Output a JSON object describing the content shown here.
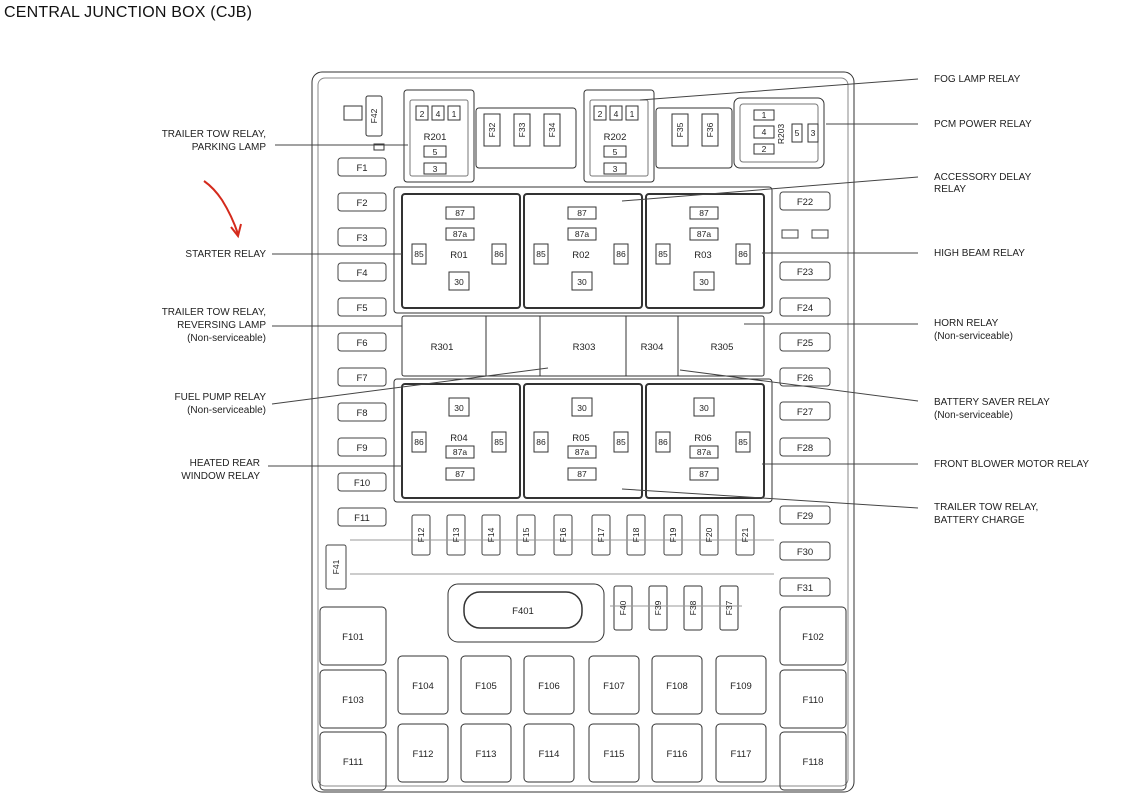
{
  "title": "CENTRAL JUNCTION BOX (CJB)",
  "labels": {
    "fog": "FOG LAMP RELAY",
    "pcm": "PCM POWER RELAY",
    "acc1": "ACCESSORY DELAY",
    "acc2": "RELAY",
    "high": "HIGH BEAM RELAY",
    "horn1": "HORN RELAY",
    "horn2": "(Non-serviceable)",
    "bat1": "BATTERY SAVER RELAY",
    "bat2": "(Non-serviceable)",
    "blower": "FRONT BLOWER MOTOR RELAY",
    "ttbc1": "TRAILER TOW RELAY,",
    "ttbc2": "BATTERY CHARGE",
    "ttpl1": "TRAILER TOW RELAY,",
    "ttpl2": "PARKING LAMP",
    "starter": "STARTER RELAY",
    "ttrl1": "TRAILER TOW RELAY,",
    "ttrl2": "REVERSING LAMP",
    "ttrl3": "(Non-serviceable)",
    "fuel1": "FUEL PUMP RELAY",
    "fuel2": "(Non-serviceable)",
    "heat1": "HEATED REAR",
    "heat2": "WINDOW RELAY"
  },
  "relays": {
    "R201": "R201",
    "R202": "R202",
    "R203": "R203",
    "R01": "R01",
    "R02": "R02",
    "R03": "R03",
    "R04": "R04",
    "R05": "R05",
    "R06": "R06",
    "R301": "R301",
    "R303": "R303",
    "R304": "R304",
    "R305": "R305"
  },
  "pins": {
    "p1": "1",
    "p2": "2",
    "p3": "3",
    "p4": "4",
    "p5": "5",
    "p30": "30",
    "p85": "85",
    "p86": "86",
    "p87": "87",
    "p87a": "87a"
  },
  "fuses": {
    "F1": "F1",
    "F2": "F2",
    "F3": "F3",
    "F4": "F4",
    "F5": "F5",
    "F6": "F6",
    "F7": "F7",
    "F8": "F8",
    "F9": "F9",
    "F10": "F10",
    "F11": "F11",
    "F12": "F12",
    "F13": "F13",
    "F14": "F14",
    "F15": "F15",
    "F16": "F16",
    "F17": "F17",
    "F18": "F18",
    "F19": "F19",
    "F20": "F20",
    "F21": "F21",
    "F22": "F22",
    "F23": "F23",
    "F24": "F24",
    "F25": "F25",
    "F26": "F26",
    "F27": "F27",
    "F28": "F28",
    "F29": "F29",
    "F30": "F30",
    "F31": "F31",
    "F32": "F32",
    "F33": "F33",
    "F34": "F34",
    "F35": "F35",
    "F36": "F36",
    "F37": "F37",
    "F38": "F38",
    "F39": "F39",
    "F40": "F40",
    "F41": "F41",
    "F42": "F42",
    "F401": "F401",
    "F101": "F101",
    "F102": "F102",
    "F103": "F103",
    "F104": "F104",
    "F105": "F105",
    "F106": "F106",
    "F107": "F107",
    "F108": "F108",
    "F109": "F109",
    "F110": "F110",
    "F111": "F111",
    "F112": "F112",
    "F113": "F113",
    "F114": "F114",
    "F115": "F115",
    "F116": "F116",
    "F117": "F117",
    "F118": "F118"
  },
  "colors": {
    "line": "#333333",
    "annotation": "#d42a1c"
  }
}
